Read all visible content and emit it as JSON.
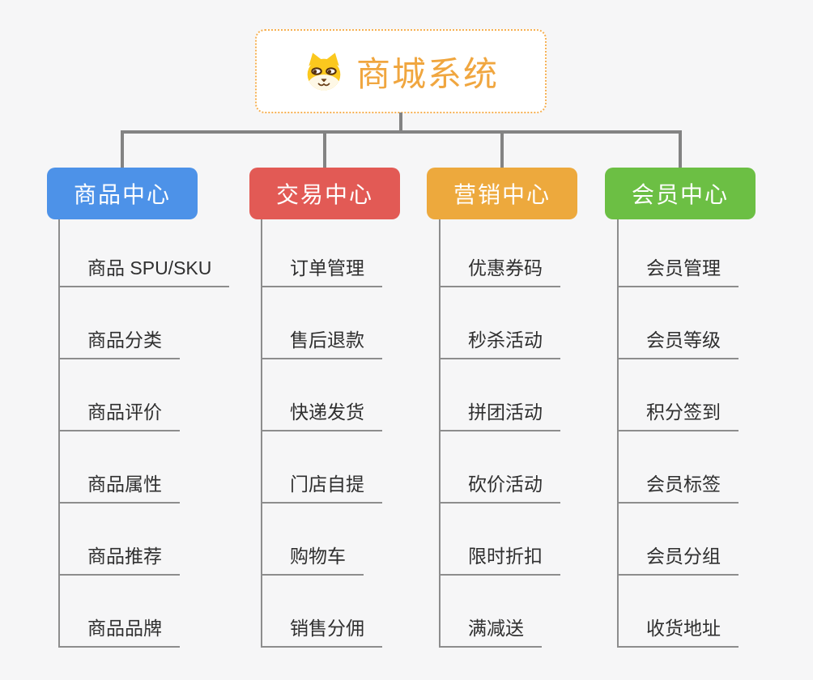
{
  "page": {
    "background": "#f6f6f7",
    "connector_color": "#838383"
  },
  "root": {
    "title": "商城系统",
    "icon": "shiba-dog-icon",
    "text_color": "#F0A63F",
    "border_color": "#F6B052"
  },
  "branches": [
    {
      "label": "商品中心",
      "color": "#4D92E8",
      "children": [
        "商品 SPU/SKU",
        "商品分类",
        "商品评价",
        "商品属性",
        "商品推荐",
        "商品品牌"
      ]
    },
    {
      "label": "交易中心",
      "color": "#E25A55",
      "children": [
        "订单管理",
        "售后退款",
        "快递发货",
        "门店自提",
        "购物车",
        "销售分佣"
      ]
    },
    {
      "label": "营销中心",
      "color": "#EDA93D",
      "children": [
        "优惠券码",
        "秒杀活动",
        "拼团活动",
        "砍价活动",
        "限时折扣",
        "满减送"
      ]
    },
    {
      "label": "会员中心",
      "color": "#6CBF44",
      "children": [
        "会员管理",
        "会员等级",
        "积分签到",
        "会员标签",
        "会员分组",
        "收货地址"
      ]
    }
  ]
}
